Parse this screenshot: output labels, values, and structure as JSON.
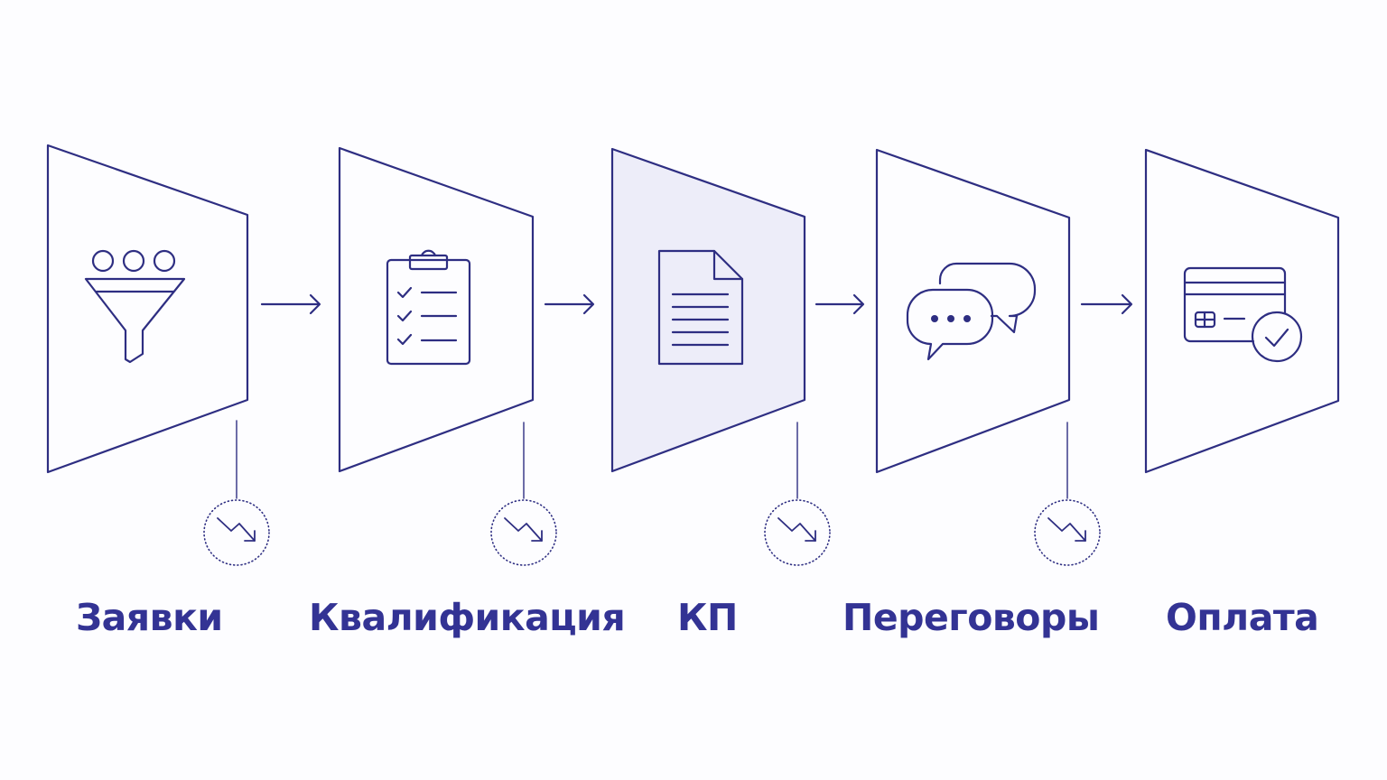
{
  "colors": {
    "stroke": "#2E2E82",
    "label": "#333394",
    "highlight_fill": "#EDEDF9",
    "background": "#FDFDFF"
  },
  "stages": [
    {
      "label": "Заявки",
      "icon": "funnel-icon",
      "highlighted": false
    },
    {
      "label": "Квалификация",
      "icon": "clipboard-checklist-icon",
      "highlighted": false
    },
    {
      "label": "КП",
      "icon": "document-icon",
      "highlighted": true
    },
    {
      "label": "Переговоры",
      "icon": "chat-bubbles-icon",
      "highlighted": false
    },
    {
      "label": "Оплата",
      "icon": "card-payment-icon",
      "highlighted": false
    }
  ],
  "connectors": [
    {
      "icon": "arrow-right-icon"
    },
    {
      "icon": "arrow-right-icon"
    },
    {
      "icon": "arrow-right-icon"
    },
    {
      "icon": "arrow-right-icon"
    }
  ],
  "dropoffs": [
    {
      "icon": "trend-down-icon"
    },
    {
      "icon": "trend-down-icon"
    },
    {
      "icon": "trend-down-icon"
    },
    {
      "icon": "trend-down-icon"
    }
  ]
}
